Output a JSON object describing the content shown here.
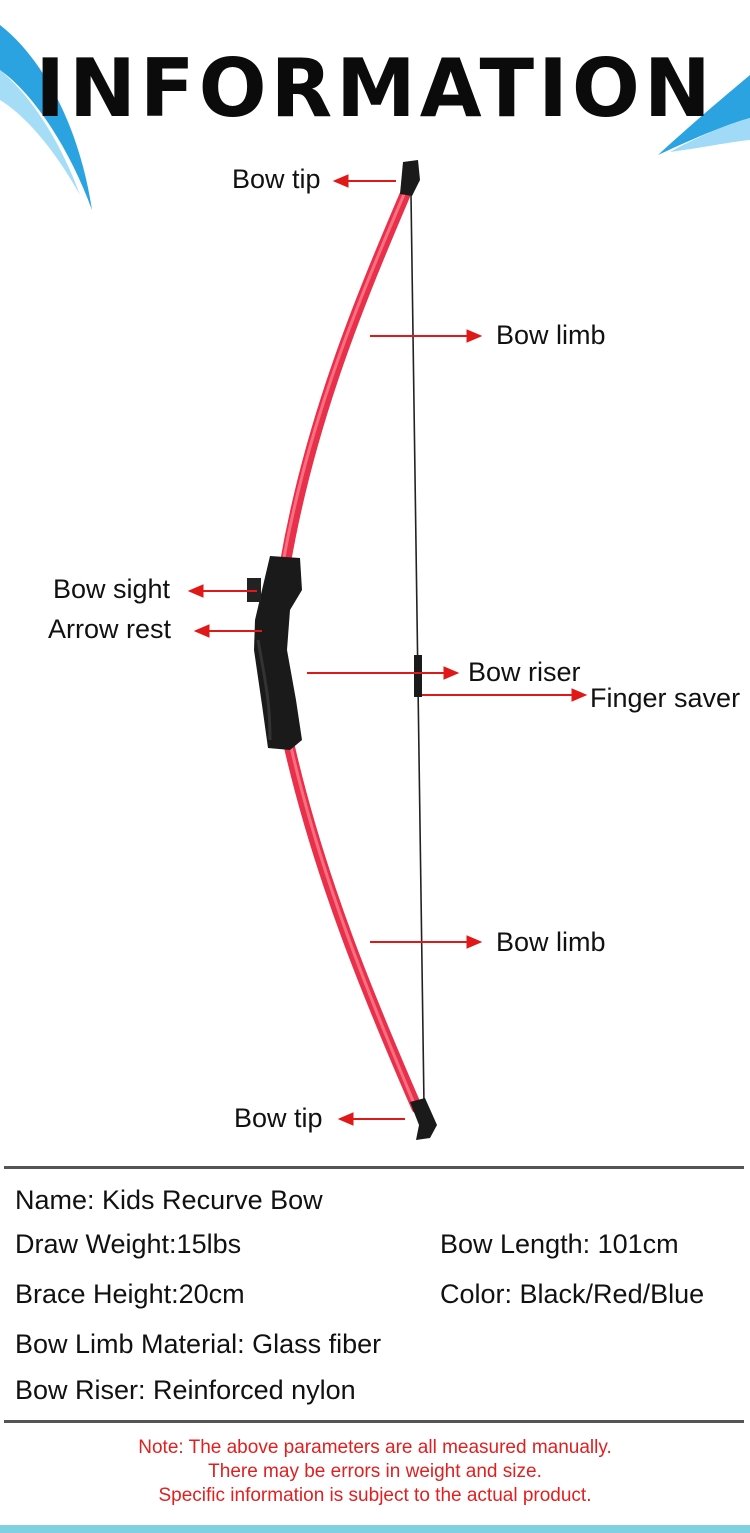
{
  "title": "INFORMATION",
  "colors": {
    "accent_blue": "#2ba3e0",
    "limb_red": "#e8304a",
    "arrow_red": "#e01818",
    "note_red": "#e02020",
    "riser_black": "#1a1a1a"
  },
  "labels": {
    "bow_tip_top": "Bow tip",
    "bow_limb_top": "Bow limb",
    "bow_sight": "Bow sight",
    "arrow_rest": "Arrow rest",
    "bow_riser": "Bow riser",
    "finger_saver": "Finger saver",
    "bow_limb_bottom": "Bow limb",
    "bow_tip_bottom": "Bow tip"
  },
  "specs": {
    "name": "Name: Kids Recurve Bow",
    "draw_weight": "Draw Weight:15lbs",
    "bow_length": "Bow Length: 101cm",
    "brace_height": "Brace Height:20cm",
    "color": "Color: Black/Red/Blue",
    "limb_material": "Bow Limb Material: Glass fiber",
    "riser": "Bow Riser: Reinforced nylon"
  },
  "note": {
    "line1": "Note: The above parameters are all measured manually.",
    "line2": "There may be errors in weight and size.",
    "line3": "Specific information is subject to the actual product."
  }
}
